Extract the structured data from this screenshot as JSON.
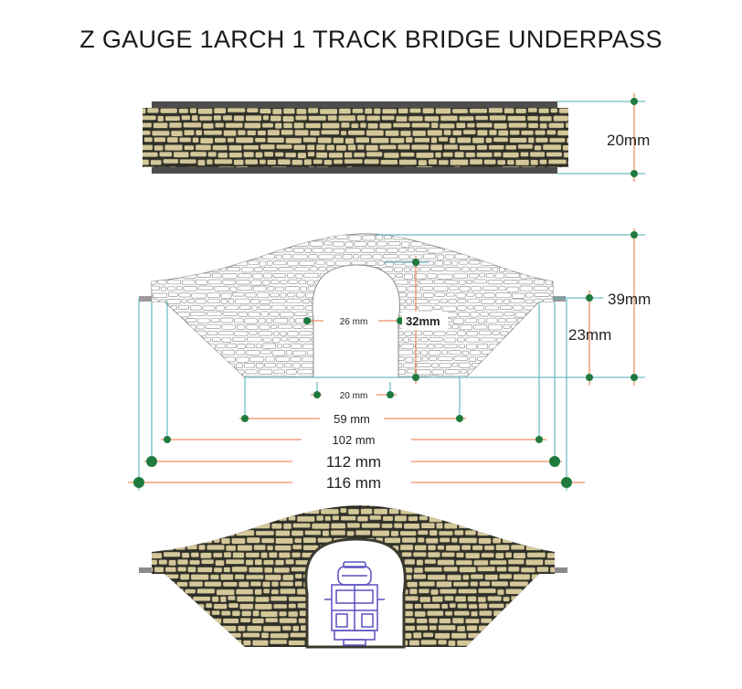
{
  "title": "Z GAUGE 1ARCH 1 TRACK BRIDGE UNDERPASS",
  "colors": {
    "stone_fill": "#d4c89a",
    "stone_stroke": "#4a4a3a",
    "white_stone_fill": "#ffffff",
    "white_stone_stroke": "#9a9a9a",
    "rail": "#4d4d4d",
    "dim_line_orange": "#e8703a",
    "dim_line_teal": "#4aa8b8",
    "dot": "#1f7a3e",
    "train": "#5a4fc0"
  },
  "dimensions": {
    "top_height": "20mm",
    "total_height": "39mm",
    "side_height": "23mm",
    "arch_height": "32mm",
    "arch_width": "26 mm",
    "arch_base_width": "20 mm",
    "base_width": "59 mm",
    "inner_width": "102 mm",
    "deck_width": "112 mm",
    "overall_width": "116 mm"
  }
}
